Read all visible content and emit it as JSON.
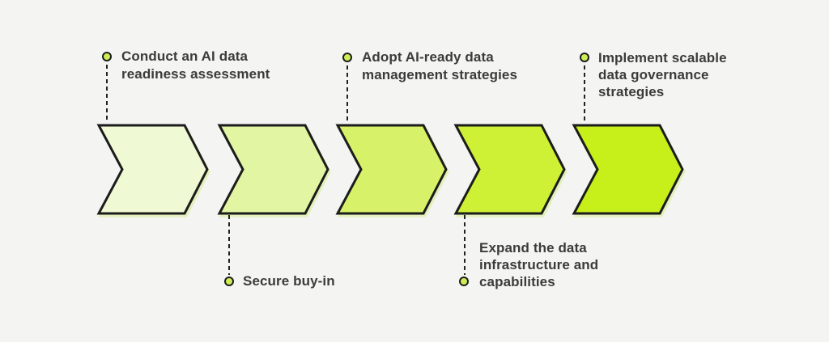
{
  "theme": {
    "background": "#f4f4f2",
    "text_color": "#3b3b3b",
    "stroke_color": "#1c1c1c",
    "dot_fill": "#cdee54"
  },
  "diagram": {
    "type": "process-flow",
    "direction": "left-to-right",
    "step_count": 5
  },
  "steps": [
    {
      "index": 1,
      "label": "Conduct an AI data readiness assessment",
      "lines": [
        "Conduct an AI data",
        "readiness assessment"
      ],
      "label_position": "top",
      "fill": "#eff9d3"
    },
    {
      "index": 2,
      "label": "Secure buy-in",
      "lines": [
        "Secure buy-in"
      ],
      "label_position": "bottom",
      "fill": "#e2f5a2"
    },
    {
      "index": 3,
      "label": "Adopt AI-ready data management strategies",
      "lines": [
        "Adopt AI-ready data",
        "management strategies"
      ],
      "label_position": "top",
      "fill": "#d7f268"
    },
    {
      "index": 4,
      "label": "Expand the data infrastructure and capabilities",
      "lines": [
        "Expand the data",
        "infrastructure and",
        "capabilities"
      ],
      "label_position": "bottom",
      "fill": "#cef135"
    },
    {
      "index": 5,
      "label": "Implement scalable data governance strategies",
      "lines": [
        "Implement scalable",
        "data governance",
        "strategies"
      ],
      "label_position": "top",
      "fill": "#c7ef1a"
    }
  ]
}
